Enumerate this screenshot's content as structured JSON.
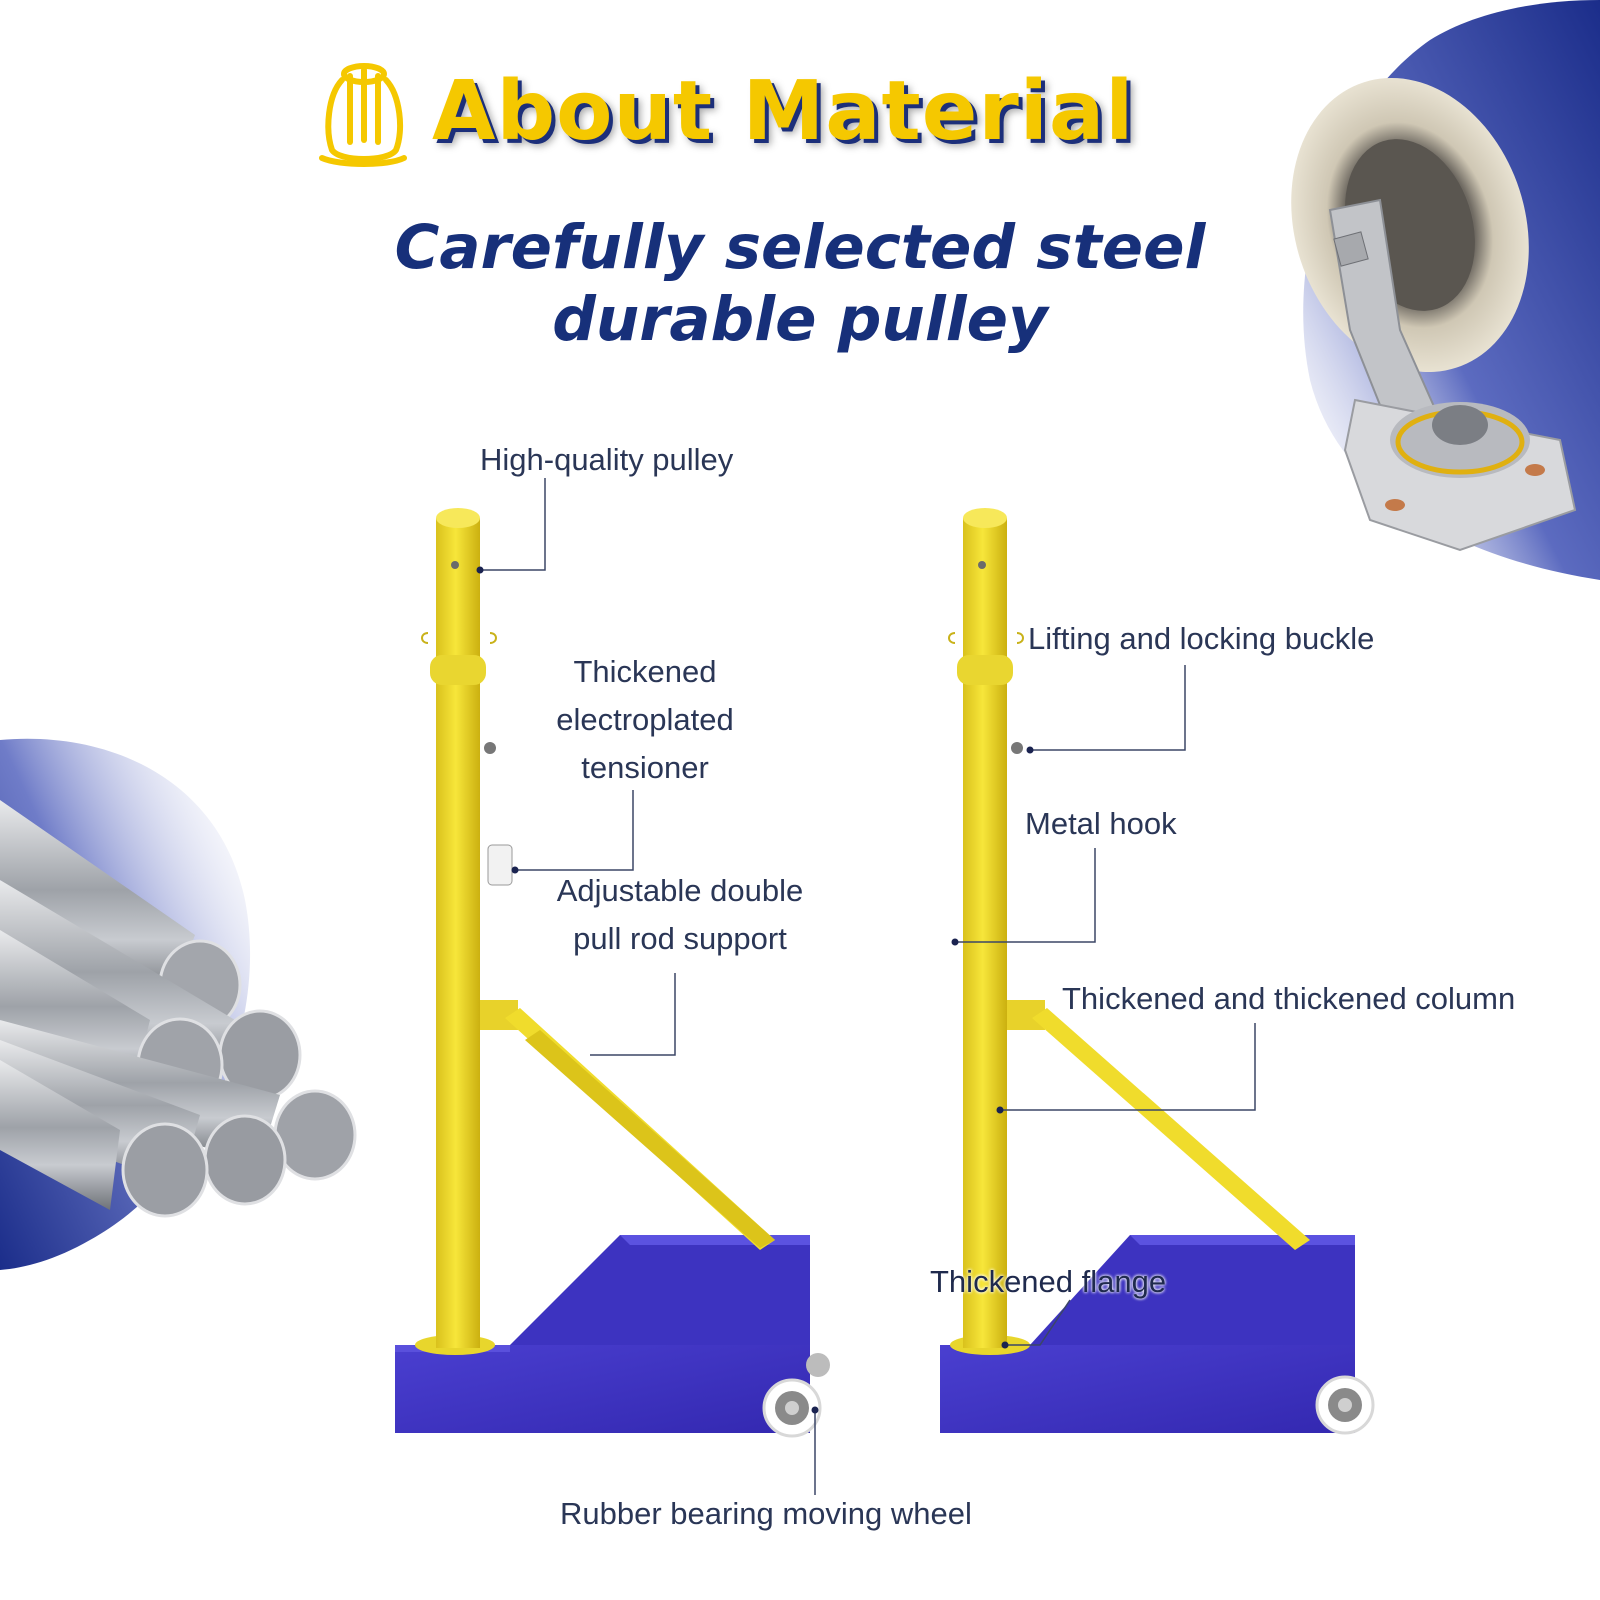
{
  "header": {
    "title": "About Material",
    "subtitle_lines": [
      "Carefully selected steel",
      "durable pulley"
    ]
  },
  "callouts": {
    "high_quality_pulley": "High-quality pulley",
    "tensioner_lines": [
      "Thickened",
      "electroplated",
      "tensioner"
    ],
    "pull_rod_lines": [
      "Adjustable double",
      "pull rod support"
    ],
    "lifting_buckle": "Lifting and locking buckle",
    "metal_hook": "Metal hook",
    "column": "Thickened and thickened column",
    "flange": "Thickened flange",
    "wheel": "Rubber bearing moving wheel"
  },
  "icons": {
    "title_icon": "steel-rods-bundle-icon"
  },
  "colors": {
    "accent_yellow": "#f5c800",
    "brand_navy": "#17307a",
    "base_purple": "#3f35c4",
    "pole_yellow": "#f2de2a",
    "label_text": "#2a3656"
  }
}
